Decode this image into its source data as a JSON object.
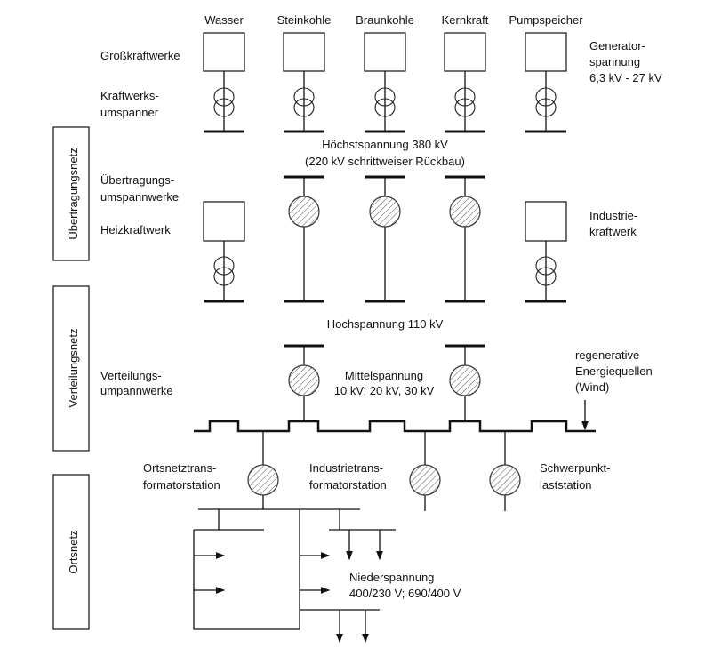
{
  "columns": [
    "Wasser",
    "Steinkohle",
    "Braunkohle",
    "Kernkraft",
    "Pumpspeicher"
  ],
  "left_labels": {
    "grosskraftwerke": "Großkraftwerke",
    "kraftwerks_1": "Kraftwerks-",
    "kraftwerks_2": "umspanner",
    "uebertragungs_1": "Übertragungs-",
    "uebertragungs_2": "umspannwerke",
    "heizkraftwerk": "Heizkraftwerk",
    "verteilungs_1": "Verteilungs-",
    "verteilungs_2": "umpannwerke"
  },
  "right_labels": {
    "generator_1": "Generator-",
    "generator_2": "spannung",
    "generator_3": "6,3 kV - 27 kV",
    "industrie_1": "Industrie-",
    "industrie_2": "kraftwerk",
    "regen_1": "regenerative",
    "regen_2": "Energiequellen",
    "regen_3": "(Wind)"
  },
  "voltage_levels": {
    "hoechst_1": "Höchstspannung 380 kV",
    "hoechst_2": "(220 kV schrittweiser Rückbau)",
    "hoch": "Hochspannung 110 kV",
    "mittel_1": "Mittelspannung",
    "mittel_2": "10 kV; 20 kV, 30 kV",
    "nieder_1": "Niederspannung",
    "nieder_2": "400/230 V; 690/400 V"
  },
  "stations": {
    "ortsnetz_1": "Ortsnetztrans-",
    "ortsnetz_2": "formatorstation",
    "industrie_1": "Industrietrans-",
    "industrie_2": "formatorstation",
    "schwerpunkt_1": "Schwerpunkt-",
    "schwerpunkt_2": "laststation"
  },
  "network_levels": [
    "Übertragungsnetz",
    "Verteilungsnetz",
    "Ortsnetz"
  ]
}
